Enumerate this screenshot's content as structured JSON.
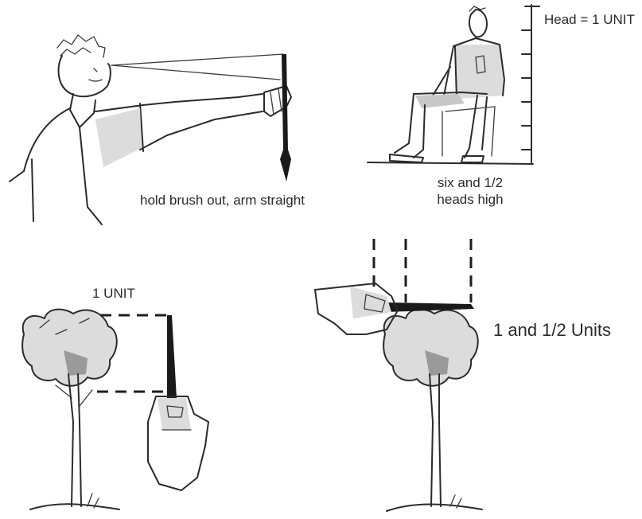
{
  "labels": {
    "head_unit": "Head = 1 UNIT",
    "hold_brush": "hold brush out, arm straight",
    "six_heads_line1": "six and 1/2",
    "six_heads_line2": "heads high",
    "one_unit": "1 UNIT",
    "one_half_units": "1 and 1/2 Units"
  },
  "colors": {
    "ink": "#2b2b2b",
    "shade": "#c8c8c8",
    "background": "#ffffff"
  }
}
